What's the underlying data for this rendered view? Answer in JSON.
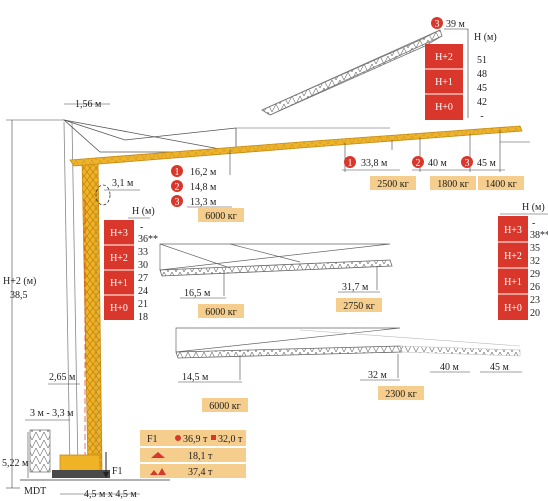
{
  "colors": {
    "crane": "#f0b325",
    "crane_dark": "#c98a12",
    "red": "#d9372b",
    "tag": "#f5cd8c",
    "rope": "#555555"
  },
  "top_diagram": {
    "config_num": "3",
    "jib_length": "39 м",
    "h_label": "H (м)",
    "rows": [
      {
        "label": "H+2",
        "values": [
          "51",
          "48"
        ]
      },
      {
        "label": "H+1",
        "values": [
          "45"
        ]
      },
      {
        "label": "H+0",
        "values": [
          "42",
          "-"
        ]
      }
    ]
  },
  "main": {
    "head_width": "1,56 м",
    "hook_offset": "3,1 м",
    "height_label": "H+2 (м)",
    "height_value": "38,5",
    "counter_jib": "2,65 м",
    "ballast_dist": "3 м - 3,3 м",
    "base_height": "5,22 м",
    "base_size": "4,5 м x 4,5 м",
    "force_label": "F1",
    "small_mark": "MDT"
  },
  "config_list": [
    {
      "num": "1",
      "value": "16,2 м"
    },
    {
      "num": "2",
      "value": "14,8 м"
    },
    {
      "num": "3",
      "value": "13,3 м"
    }
  ],
  "tip_configs": [
    {
      "num": "1",
      "value": "33,8 м",
      "load": "2500 кг"
    },
    {
      "num": "2",
      "value": "40 м",
      "load": "1800 кг"
    },
    {
      "num": "3",
      "value": "45 м",
      "load": "1400 кг"
    }
  ],
  "main_load": "6000 кг",
  "left_table": {
    "h_label": "H (м)",
    "rows": [
      {
        "label": "H+3",
        "values": [
          "-",
          "36**"
        ]
      },
      {
        "label": "H+2",
        "values": [
          "33",
          "30"
        ]
      },
      {
        "label": "H+1",
        "values": [
          "27",
          "24"
        ]
      },
      {
        "label": "H+0",
        "values": [
          "21",
          "18"
        ]
      }
    ]
  },
  "right_table": {
    "h_label": "H (м)",
    "rows": [
      {
        "label": "H+3",
        "values": [
          "-",
          "38**"
        ]
      },
      {
        "label": "H+2",
        "values": [
          "35",
          "32"
        ]
      },
      {
        "label": "H+1",
        "values": [
          "29",
          "26"
        ]
      },
      {
        "label": "H+0",
        "values": [
          "23",
          "20"
        ]
      }
    ]
  },
  "middle_diagram": {
    "d1": "16,5 м",
    "load1": "6000 кг",
    "d2": "31,7 м",
    "load2": "2750 кг"
  },
  "bottom_diagram": {
    "d1": "14,5 м",
    "load1": "6000 кг",
    "d2": "32 м",
    "load2": "2300 кг",
    "d3": "40 м",
    "d4": "45 м"
  },
  "reactions": {
    "header": "F1",
    "v1": "36,9 т",
    "v2": "32,0 т",
    "v3": "18,1 т",
    "v4": "37,4 т"
  }
}
